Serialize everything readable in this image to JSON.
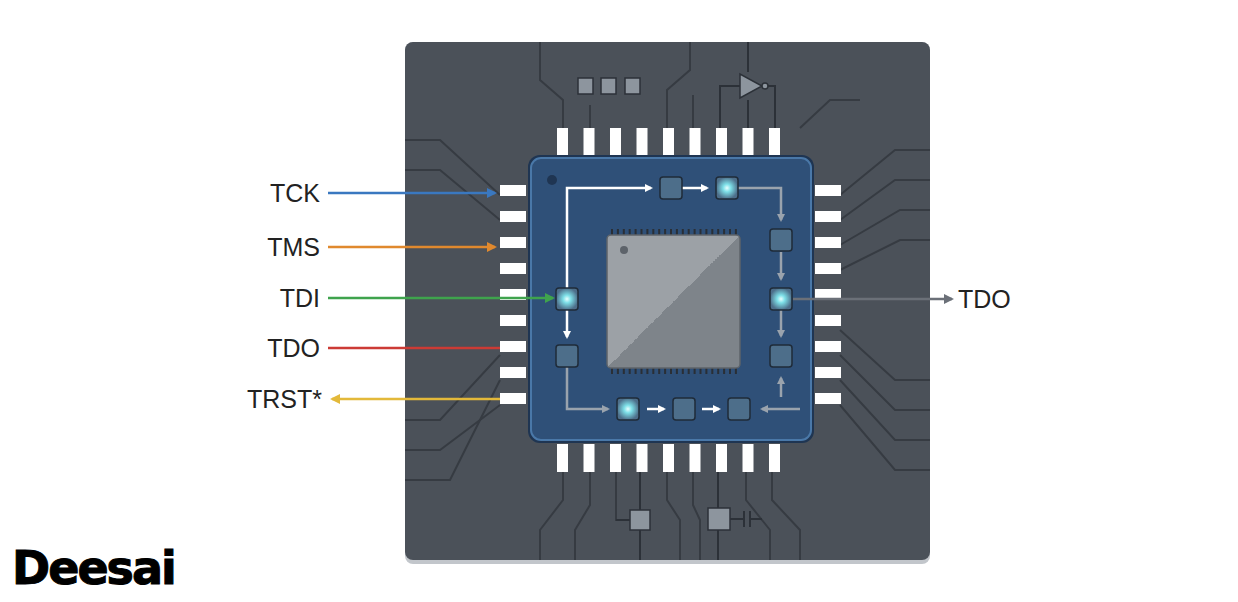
{
  "diagram": {
    "labels": [
      "TCK",
      "TMS",
      "TDI",
      "TDO",
      "TRST*",
      "TDO",
      "Deesai"
    ]
  }
}
